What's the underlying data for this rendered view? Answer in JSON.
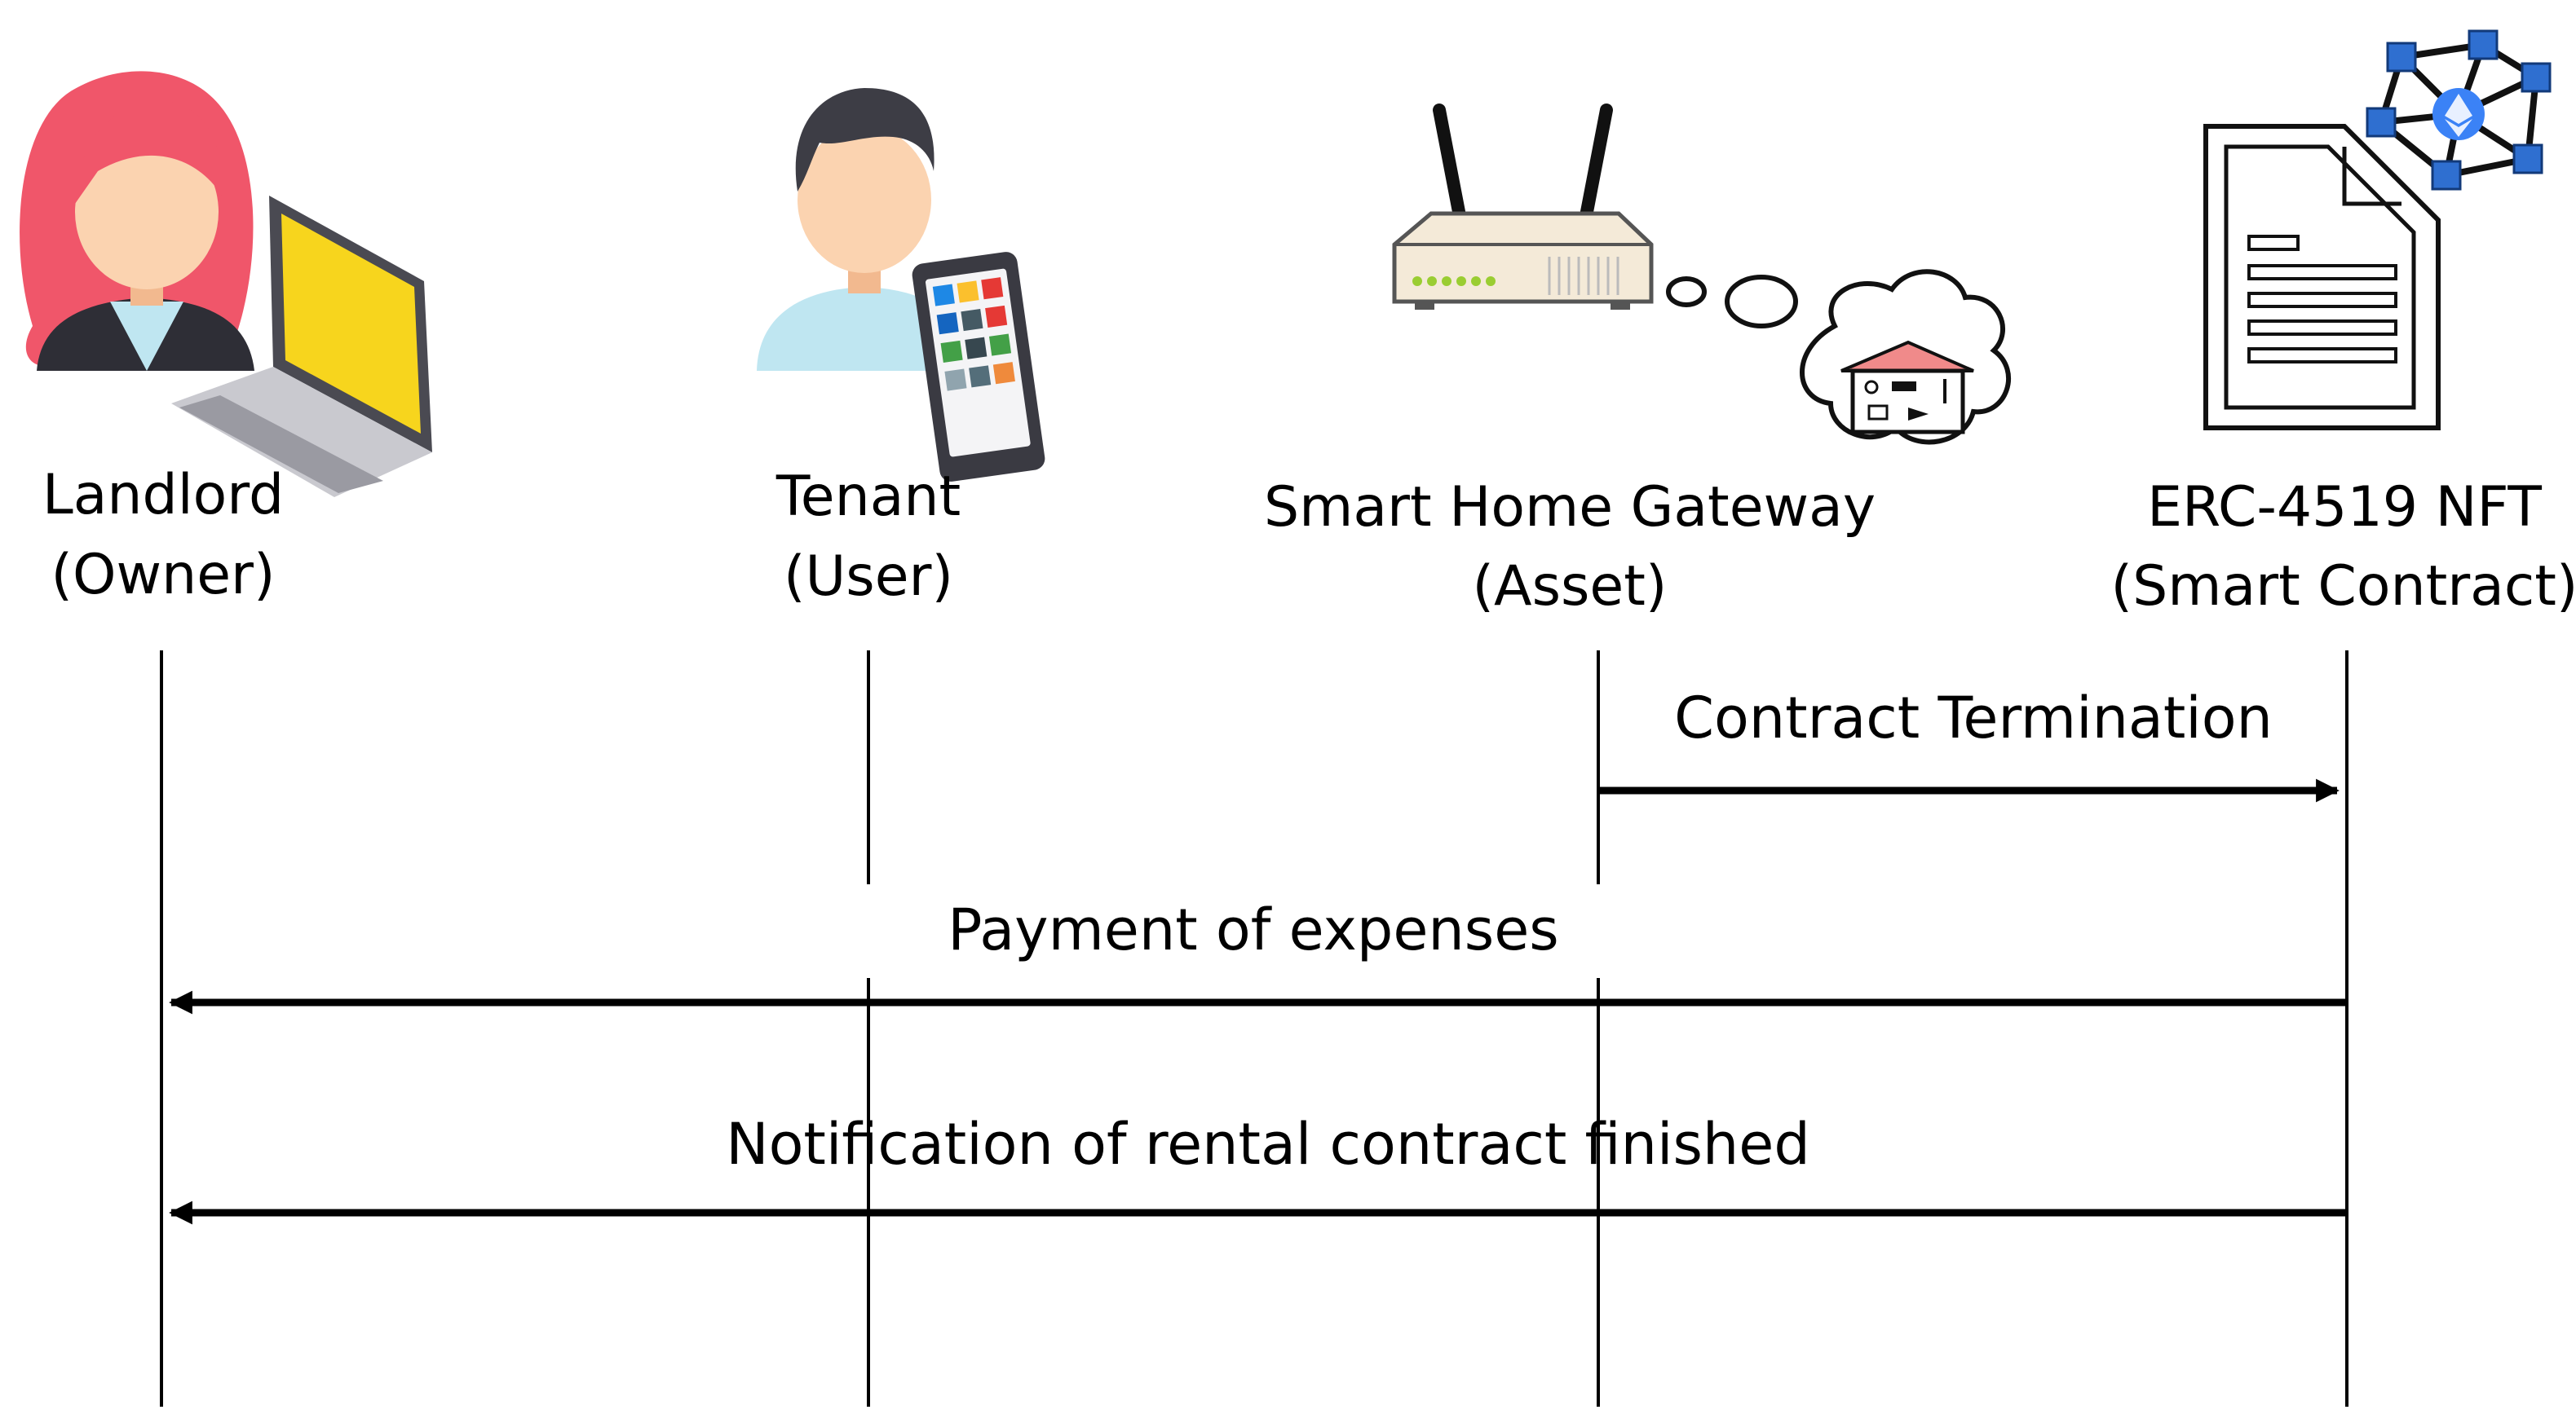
{
  "actors": [
    {
      "id": "landlord",
      "name": "Landlord",
      "role": "(Owner)",
      "icon": "woman-with-laptop-icon"
    },
    {
      "id": "tenant",
      "name": "Tenant",
      "role": "(User)",
      "icon": "man-with-tablet-icon"
    },
    {
      "id": "gateway",
      "name": "Smart Home Gateway",
      "role": "(Asset)",
      "icon": "router-smart-home-icon"
    },
    {
      "id": "nft",
      "name": "ERC-4519 NFT",
      "role": "(Smart Contract)",
      "icon": "document-blockchain-icon"
    }
  ],
  "messages": [
    {
      "label": "Contract Termination",
      "from": "gateway",
      "to": "nft"
    },
    {
      "label": "Payment of expenses",
      "from": "nft",
      "to": "landlord"
    },
    {
      "label": "Notification of rental contract finished",
      "from": "nft",
      "to": "landlord"
    }
  ],
  "colors": {
    "line": "#000000",
    "hair": "#f0566a",
    "skin": "#fbd3b0",
    "laptop_screen": "#f7d51d",
    "router_body": "#f4ead8",
    "roof": "#f08a8a",
    "cube": "#2f6fd0"
  }
}
